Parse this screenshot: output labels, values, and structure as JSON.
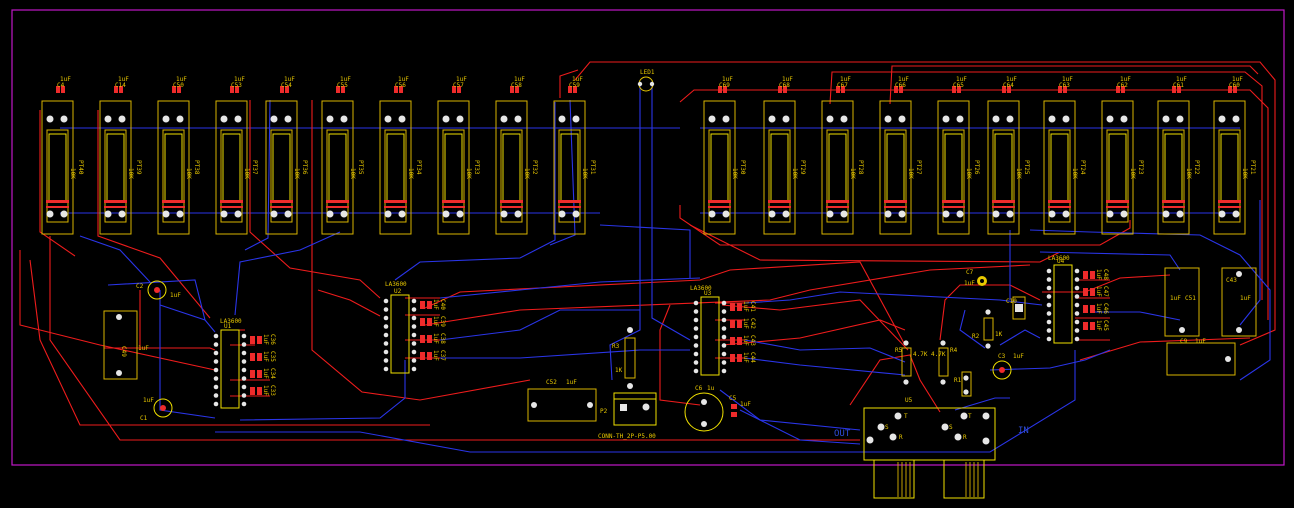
{
  "board": {
    "outline_color": "#c018c8",
    "top_copper_color": "#ee1c1c",
    "bottom_copper_color": "#2a35e8",
    "silkscreen_color": "#e8c800"
  },
  "faders_left": [
    {
      "cap": "C4",
      "pot": "PT40"
    },
    {
      "cap": "C14",
      "pot": "PT39"
    },
    {
      "cap": "C50",
      "pot": "PT38"
    },
    {
      "cap": "C53",
      "pot": "PT37"
    },
    {
      "cap": "C54",
      "pot": "PT36"
    },
    {
      "cap": "C55",
      "pot": "PT35"
    },
    {
      "cap": "C56",
      "pot": "PT34"
    },
    {
      "cap": "C57",
      "pot": "PT33"
    },
    {
      "cap": "C58",
      "pot": "PT32"
    },
    {
      "cap": "C59",
      "pot": "PT31"
    }
  ],
  "faders_right": [
    {
      "cap": "C69",
      "pot": "PT30"
    },
    {
      "cap": "C68",
      "pot": "PT29"
    },
    {
      "cap": "C67",
      "pot": "PT28"
    },
    {
      "cap": "C66",
      "pot": "PT27"
    },
    {
      "cap": "C65",
      "pot": "PT26"
    },
    {
      "cap": "C64",
      "pot": "PT25"
    },
    {
      "cap": "C63",
      "pot": "PT24"
    },
    {
      "cap": "C62",
      "pot": "PT23"
    },
    {
      "cap": "C61",
      "pot": "PT22"
    },
    {
      "cap": "C60",
      "pot": "PT21"
    }
  ],
  "pot_value": "10K",
  "cap_value": "1uF",
  "ic_part": "LA3600",
  "ics": [
    {
      "ref": "U1",
      "caps": [
        "C36",
        "C35",
        "C34",
        "C33"
      ]
    },
    {
      "ref": "U2",
      "caps": [
        "C40",
        "C39",
        "C38",
        "C37"
      ]
    },
    {
      "ref": "U3",
      "caps": [
        "C41",
        "C42",
        "C43",
        "C44"
      ]
    },
    {
      "ref": "U4",
      "caps": [
        "C48",
        "C47",
        "C46",
        "C45"
      ]
    }
  ],
  "parts": {
    "led": "LED1",
    "c2": "C2",
    "c1": "C1",
    "c49": "C49",
    "c52": "C52",
    "c51": "C51",
    "c43": "C43",
    "c9": "C9",
    "c6": "C6",
    "c6_val": "1u",
    "c5": "C5",
    "c7": "C7",
    "c3": "C3",
    "c10": "C10",
    "r3": "R3",
    "r3_val": "1K",
    "r2": "R2",
    "r2_val": "1K",
    "r1": "R1",
    "r5": "R5",
    "r5_val": "4.7K",
    "r4": "R4",
    "r4_val": "4.7K",
    "p2": "P2",
    "p2_footprint": "CONN-TH_2P-P5.00",
    "u5": "U5",
    "out_label": "OUT",
    "in_label": "IN",
    "pin_s": "S",
    "pin_r": "R",
    "pin_t": "T"
  }
}
